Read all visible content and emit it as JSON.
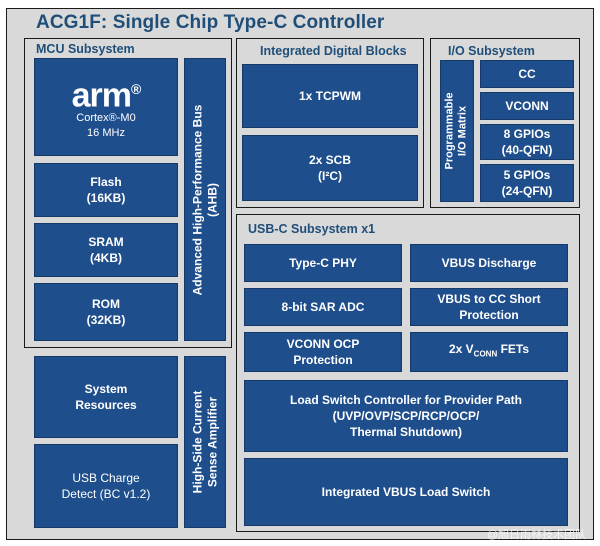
{
  "title": "ACG1F: Single Chip Type-C Controller",
  "mcu": {
    "label": "MCU Subsystem",
    "arm_logo": "arm",
    "arm_reg": "®",
    "cpu": "Cortex®-M0",
    "freq": "16 MHz",
    "flash": [
      "Flash",
      "(16KB)"
    ],
    "sram": [
      "SRAM",
      "(4KB)"
    ],
    "rom": [
      "ROM",
      "(32KB)"
    ],
    "bus": [
      "Advanced High-Performance Bus",
      "(AHB)"
    ]
  },
  "digital": {
    "label": "Integrated Digital Blocks",
    "tcpwm": "1x TCPWM",
    "scb": [
      "2x SCB",
      "(I²C)"
    ]
  },
  "io": {
    "label": "I/O Subsystem",
    "matrix": [
      "Programmable",
      "I/O Matrix"
    ],
    "cc": "CC",
    "vconn": "VCONN",
    "gpio8": [
      "8 GPIOs",
      "(40-QFN)"
    ],
    "gpio5": [
      "5 GPIOs",
      "(24-QFN)"
    ]
  },
  "system_resources": [
    "System",
    "Resources"
  ],
  "usb_charge": [
    "USB Charge",
    "Detect (BC v1.2)"
  ],
  "sense_amp": [
    "High-Side Current",
    "Sense Amplifier"
  ],
  "usbc": {
    "label": "USB-C Subsystem x1",
    "phy": "Type-C PHY",
    "vbus_discharge": "VBUS Discharge",
    "adc": "8-bit SAR ADC",
    "vbus_cc_short": [
      "VBUS to CC Short",
      "Protection"
    ],
    "vconn_ocp": [
      "VCONN OCP",
      "Protection"
    ],
    "vconn_fets_prefix": "2x V",
    "vconn_fets_sub": "CONN",
    "vconn_fets_suffix": " FETs",
    "load_switch_ctrl": [
      "Load Switch Controller for Provider Path",
      "(UVP/OVP/SCP/RCP/OCP/",
      "Thermal Shutdown)"
    ],
    "vbus_load_switch": "Integrated VBUS Load Switch"
  },
  "watermark": "@旭日雨林技术团队",
  "colors": {
    "block": "#1f4e8c",
    "title": "#1f4e79",
    "background": "#d9d9d9"
  }
}
